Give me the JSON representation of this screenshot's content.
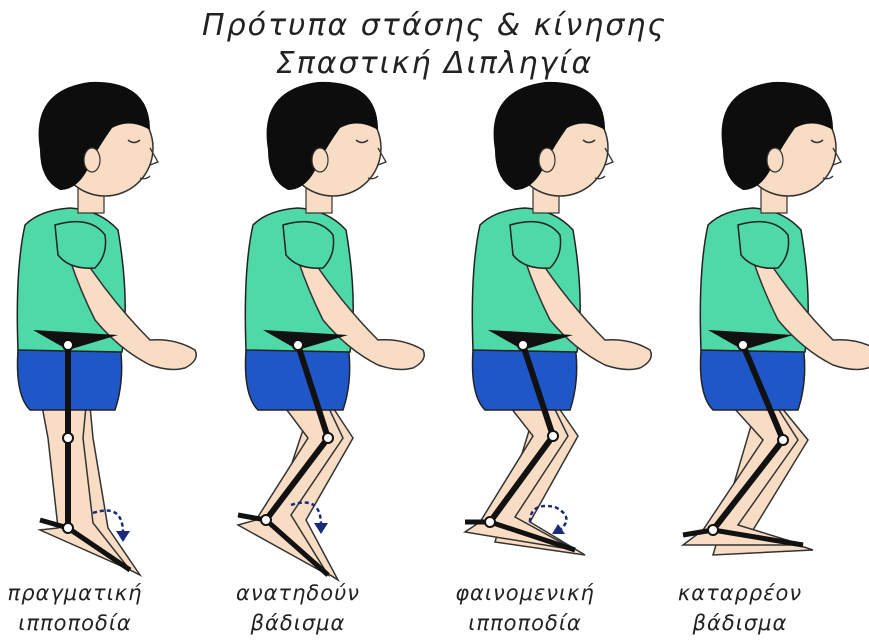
{
  "title": {
    "line1": "Πρότυπα στάσης & κίνησης",
    "line2": "Σπαστική Διπληγία"
  },
  "panels": [
    {
      "caption_line1": "πραγματική",
      "caption_line2": "ιπποποδία",
      "arrow": "down"
    },
    {
      "caption_line1": "ανατηδούν",
      "caption_line2": "βάδισμα",
      "arrow": "down"
    },
    {
      "caption_line1": "φαινομενική",
      "caption_line2": "ιπποποδία",
      "arrow": "loop"
    },
    {
      "caption_line1": "καταρρέον",
      "caption_line2": "βάδισμα",
      "arrow": "none"
    }
  ],
  "colors": {
    "shirt": "#4fd8a8",
    "shorts": "#1f57c8",
    "skin": "#f8dcc4",
    "hair": "#0d0d0d",
    "brace": "#111111",
    "arrow": "#1a2a7a"
  }
}
